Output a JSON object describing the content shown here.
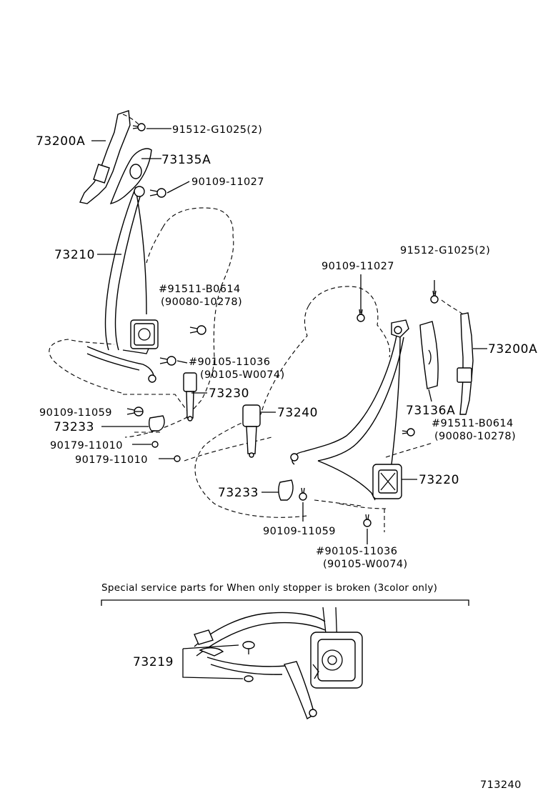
{
  "labels": {
    "anchor_left": "73200A",
    "cover_left": "73135A",
    "screw_top_left": "91512-G1025(2)",
    "bolt_top_left": "90109-11027",
    "belt_left": "73210",
    "retractor_bolt_left_a": "#91511-B0614",
    "retractor_bolt_left_b": "(90080-10278)",
    "floor_bolt_left_a": "#90105-11036",
    "floor_bolt_left_b": "(90105-W0074)",
    "buckle_left": "73230",
    "bolt_lower_left": "90109-11059",
    "cover_lower_left": "73233",
    "nut_left_1": "90179-11010",
    "nut_left_2": "90179-11010",
    "screw_top_right": "91512-G1025(2)",
    "bolt_top_right": "90109-11027",
    "anchor_right": "73200A",
    "buckle_right": "73240",
    "cover_right": "73136A",
    "retractor_bolt_right_a": "#91511-B0614",
    "retractor_bolt_right_b": "(90080-10278)",
    "retractor_right": "73220",
    "cover_lower_right": "73233",
    "bolt_lower_right": "90109-11059",
    "floor_bolt_right_a": "#90105-11036",
    "floor_bolt_right_b": "(90105-W0074)",
    "stopper": "73219"
  },
  "special_note": "Special service parts for When only stopper is broken (3color only)",
  "figure_number": "713240"
}
